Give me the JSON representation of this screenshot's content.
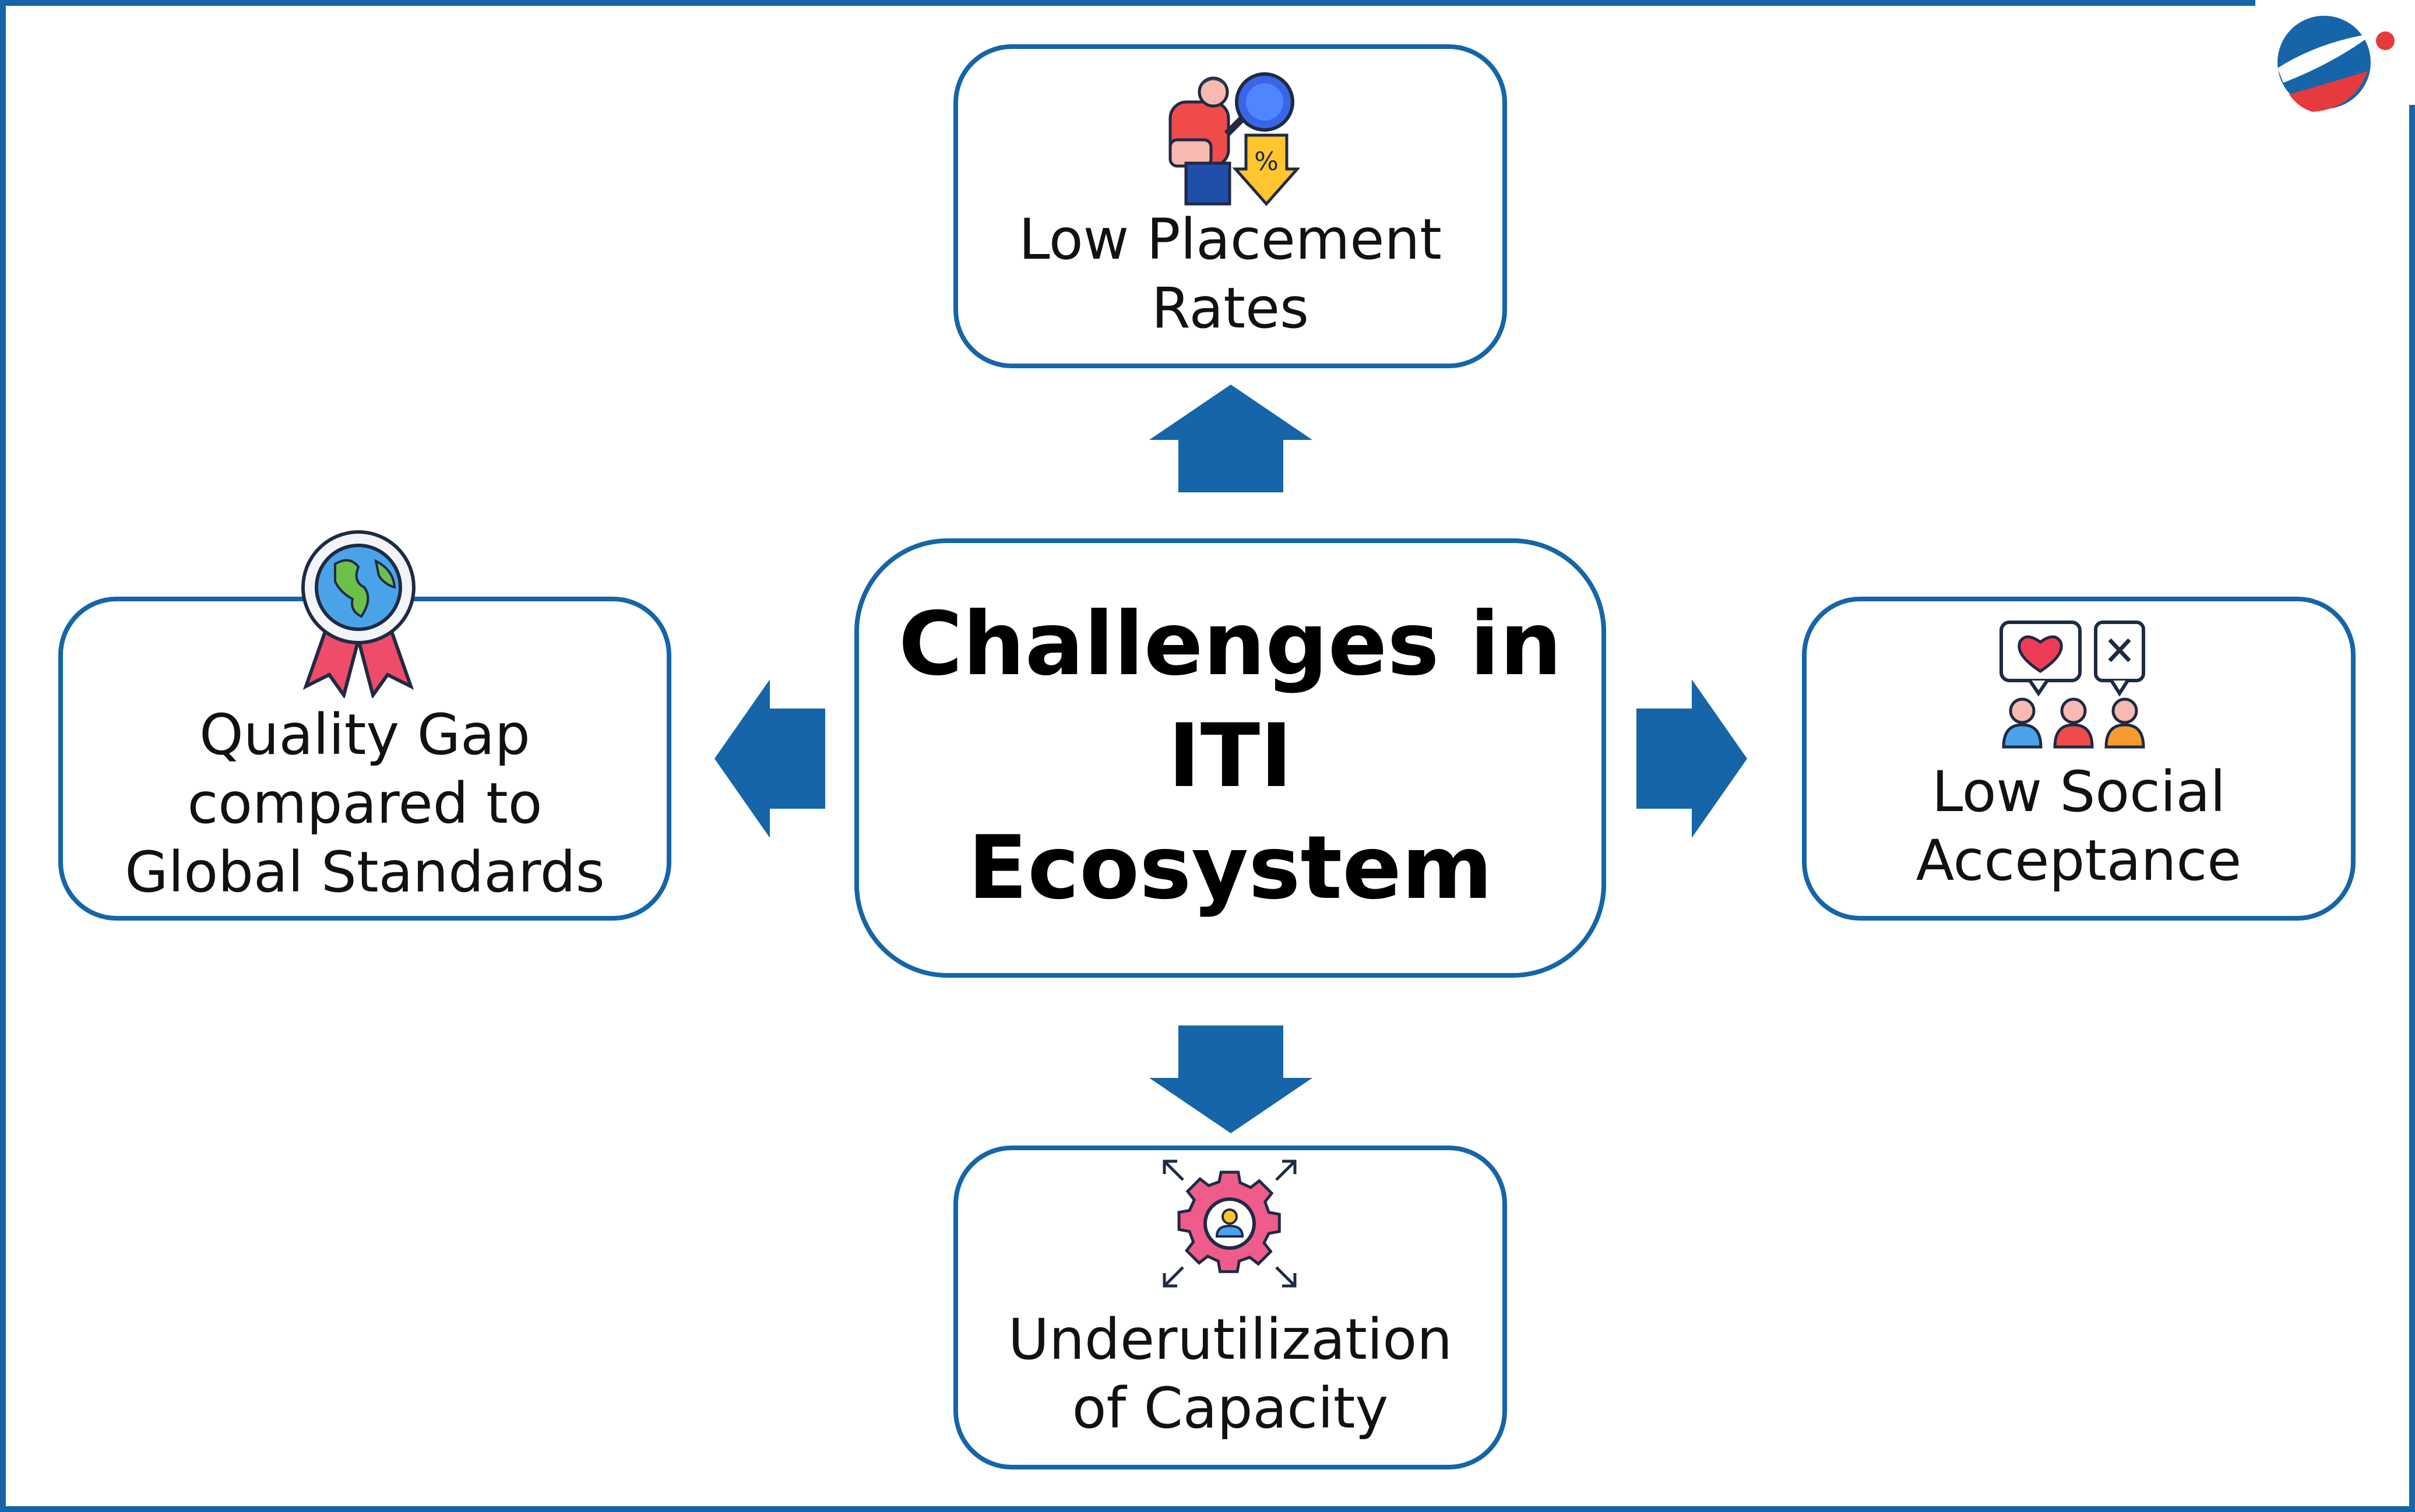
{
  "center": {
    "lines": [
      "Challenges in",
      "ITI",
      "Ecosystem"
    ]
  },
  "nodes": {
    "top": {
      "lines": [
        "Low Placement",
        "Rates"
      ],
      "icon": "person-magnifier-percent-down-icon"
    },
    "left": {
      "lines": [
        "Quality Gap",
        "compared to",
        "Global Standards"
      ],
      "icon": "globe-award-ribbon-icon"
    },
    "right": {
      "lines": [
        "Low Social",
        "Acceptance"
      ],
      "icon": "people-reactions-icon"
    },
    "bottom": {
      "lines": [
        "Underutilization",
        "of Capacity"
      ],
      "icon": "gear-person-expand-icon"
    }
  },
  "colors": {
    "accent": "#1565a8",
    "logo_red": "#e63a3f"
  }
}
